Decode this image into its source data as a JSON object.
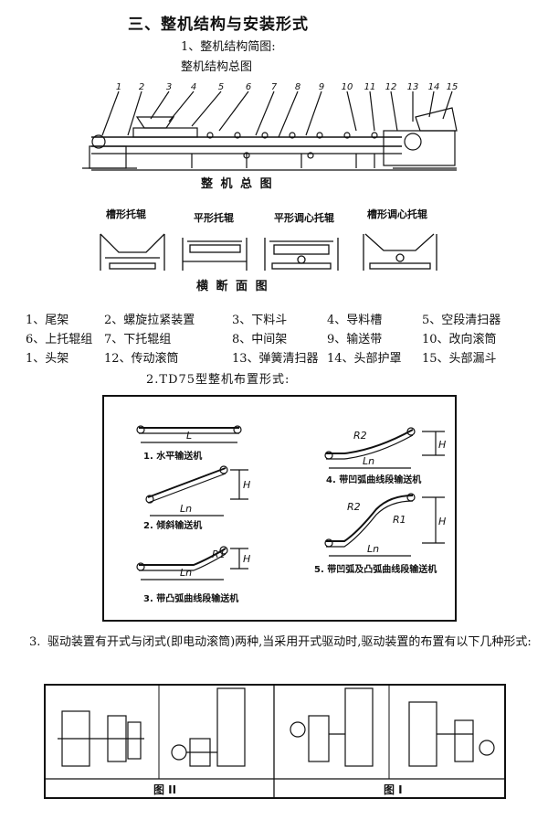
{
  "section_title": "三、整机结构与安装形式",
  "sub1": "1、整机结构简图:",
  "sub1_caption": "整机结构总图",
  "overview_label": "整 机 总 图",
  "overview_numbers": [
    "1",
    "2",
    "3",
    "4",
    "5",
    "6",
    "7",
    "8",
    "9",
    "10",
    "11",
    "12",
    "13",
    "14",
    "15"
  ],
  "idler_labels": [
    "槽形托辊",
    "平形托辊",
    "平形调心托辊",
    "槽形调心托辊"
  ],
  "cross_section_label": "横 断 面 图",
  "parts_legend": [
    [
      "1、尾架",
      "2、螺旋拉紧装置",
      "3、下料斗",
      "4、导料槽",
      "5、空段清扫器"
    ],
    [
      "6、上托辊组",
      "7、下托辊组",
      "8、中间架",
      "9、输送带",
      "10、改向滚筒"
    ],
    [
      "1、头架",
      "12、传动滚筒",
      "13、弹簧清扫器",
      "14、头部护罩",
      "15、头部漏斗"
    ]
  ],
  "sub2": "2.TD75型整机布置形式:",
  "layouts": {
    "fig1": "1. 水平输送机",
    "fig2": "2. 倾斜输送机",
    "fig3": "3. 带凸弧曲线段输送机",
    "fig4": "4. 带凹弧曲线段输送机",
    "fig5": "5. 带凹弧及凸弧曲线段输送机",
    "L": "L",
    "Ln": "Ln",
    "H": "H",
    "R1": "R1",
    "R2": "R2"
  },
  "sub3_num": "3.",
  "sub3_text": "驱动装置有开式与闭式(即电动滚筒)两种,当采用开式驱动时,驱动装置的布置有以下几种形式:",
  "drive_labels": [
    "图 II",
    "图 I"
  ]
}
